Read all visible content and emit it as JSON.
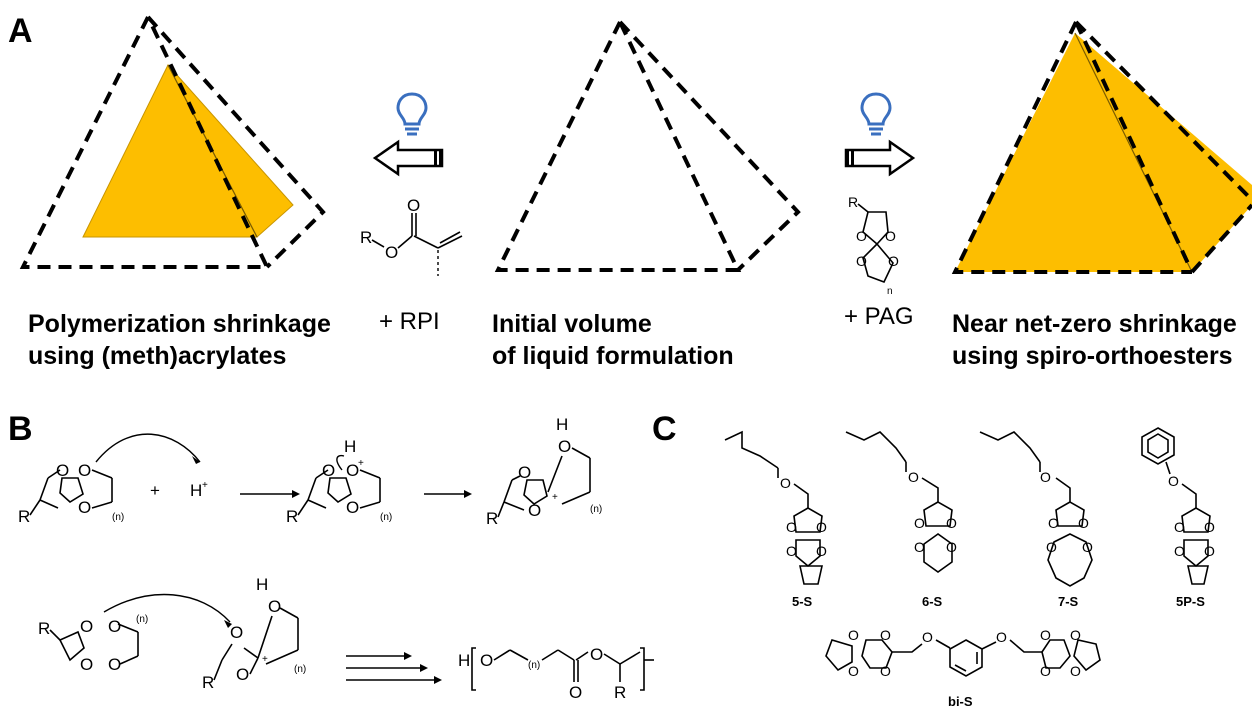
{
  "panels": {
    "A": {
      "letter": "A",
      "left_caption": [
        "Polymerization shrinkage",
        "using (meth)acrylates"
      ],
      "middle_caption": [
        "Initial volume",
        "of liquid formulation"
      ],
      "right_caption": [
        "Near net-zero shrinkage",
        "using spiro-orthoesters"
      ],
      "left_reagent": "+ RPI",
      "right_reagent": "+ PAG",
      "acrylate_atoms": {
        "r": "R",
        "o1": "O",
        "o2": "O"
      },
      "spiro_atoms": {
        "r": "R",
        "o": "O",
        "n": "n"
      }
    },
    "B": {
      "letter": "B",
      "atoms": {
        "o": "O",
        "r": "R",
        "h": "H",
        "oplus": "O",
        "plus": "+",
        "n": "(n)",
        "hplus": "H",
        "sup_plus": "+",
        "charge": "+"
      }
    },
    "C": {
      "letter": "C",
      "atom_o": "O",
      "compounds": [
        "5-S",
        "6-S",
        "7-S",
        "5P-S",
        "bi-S"
      ]
    }
  },
  "colors": {
    "fill": "#FDBE00",
    "line": "#000000",
    "bulb": "#3A6FBF"
  },
  "icons": [
    "lightbulb-icon",
    "open-arrow-left-icon",
    "open-arrow-right-icon"
  ]
}
